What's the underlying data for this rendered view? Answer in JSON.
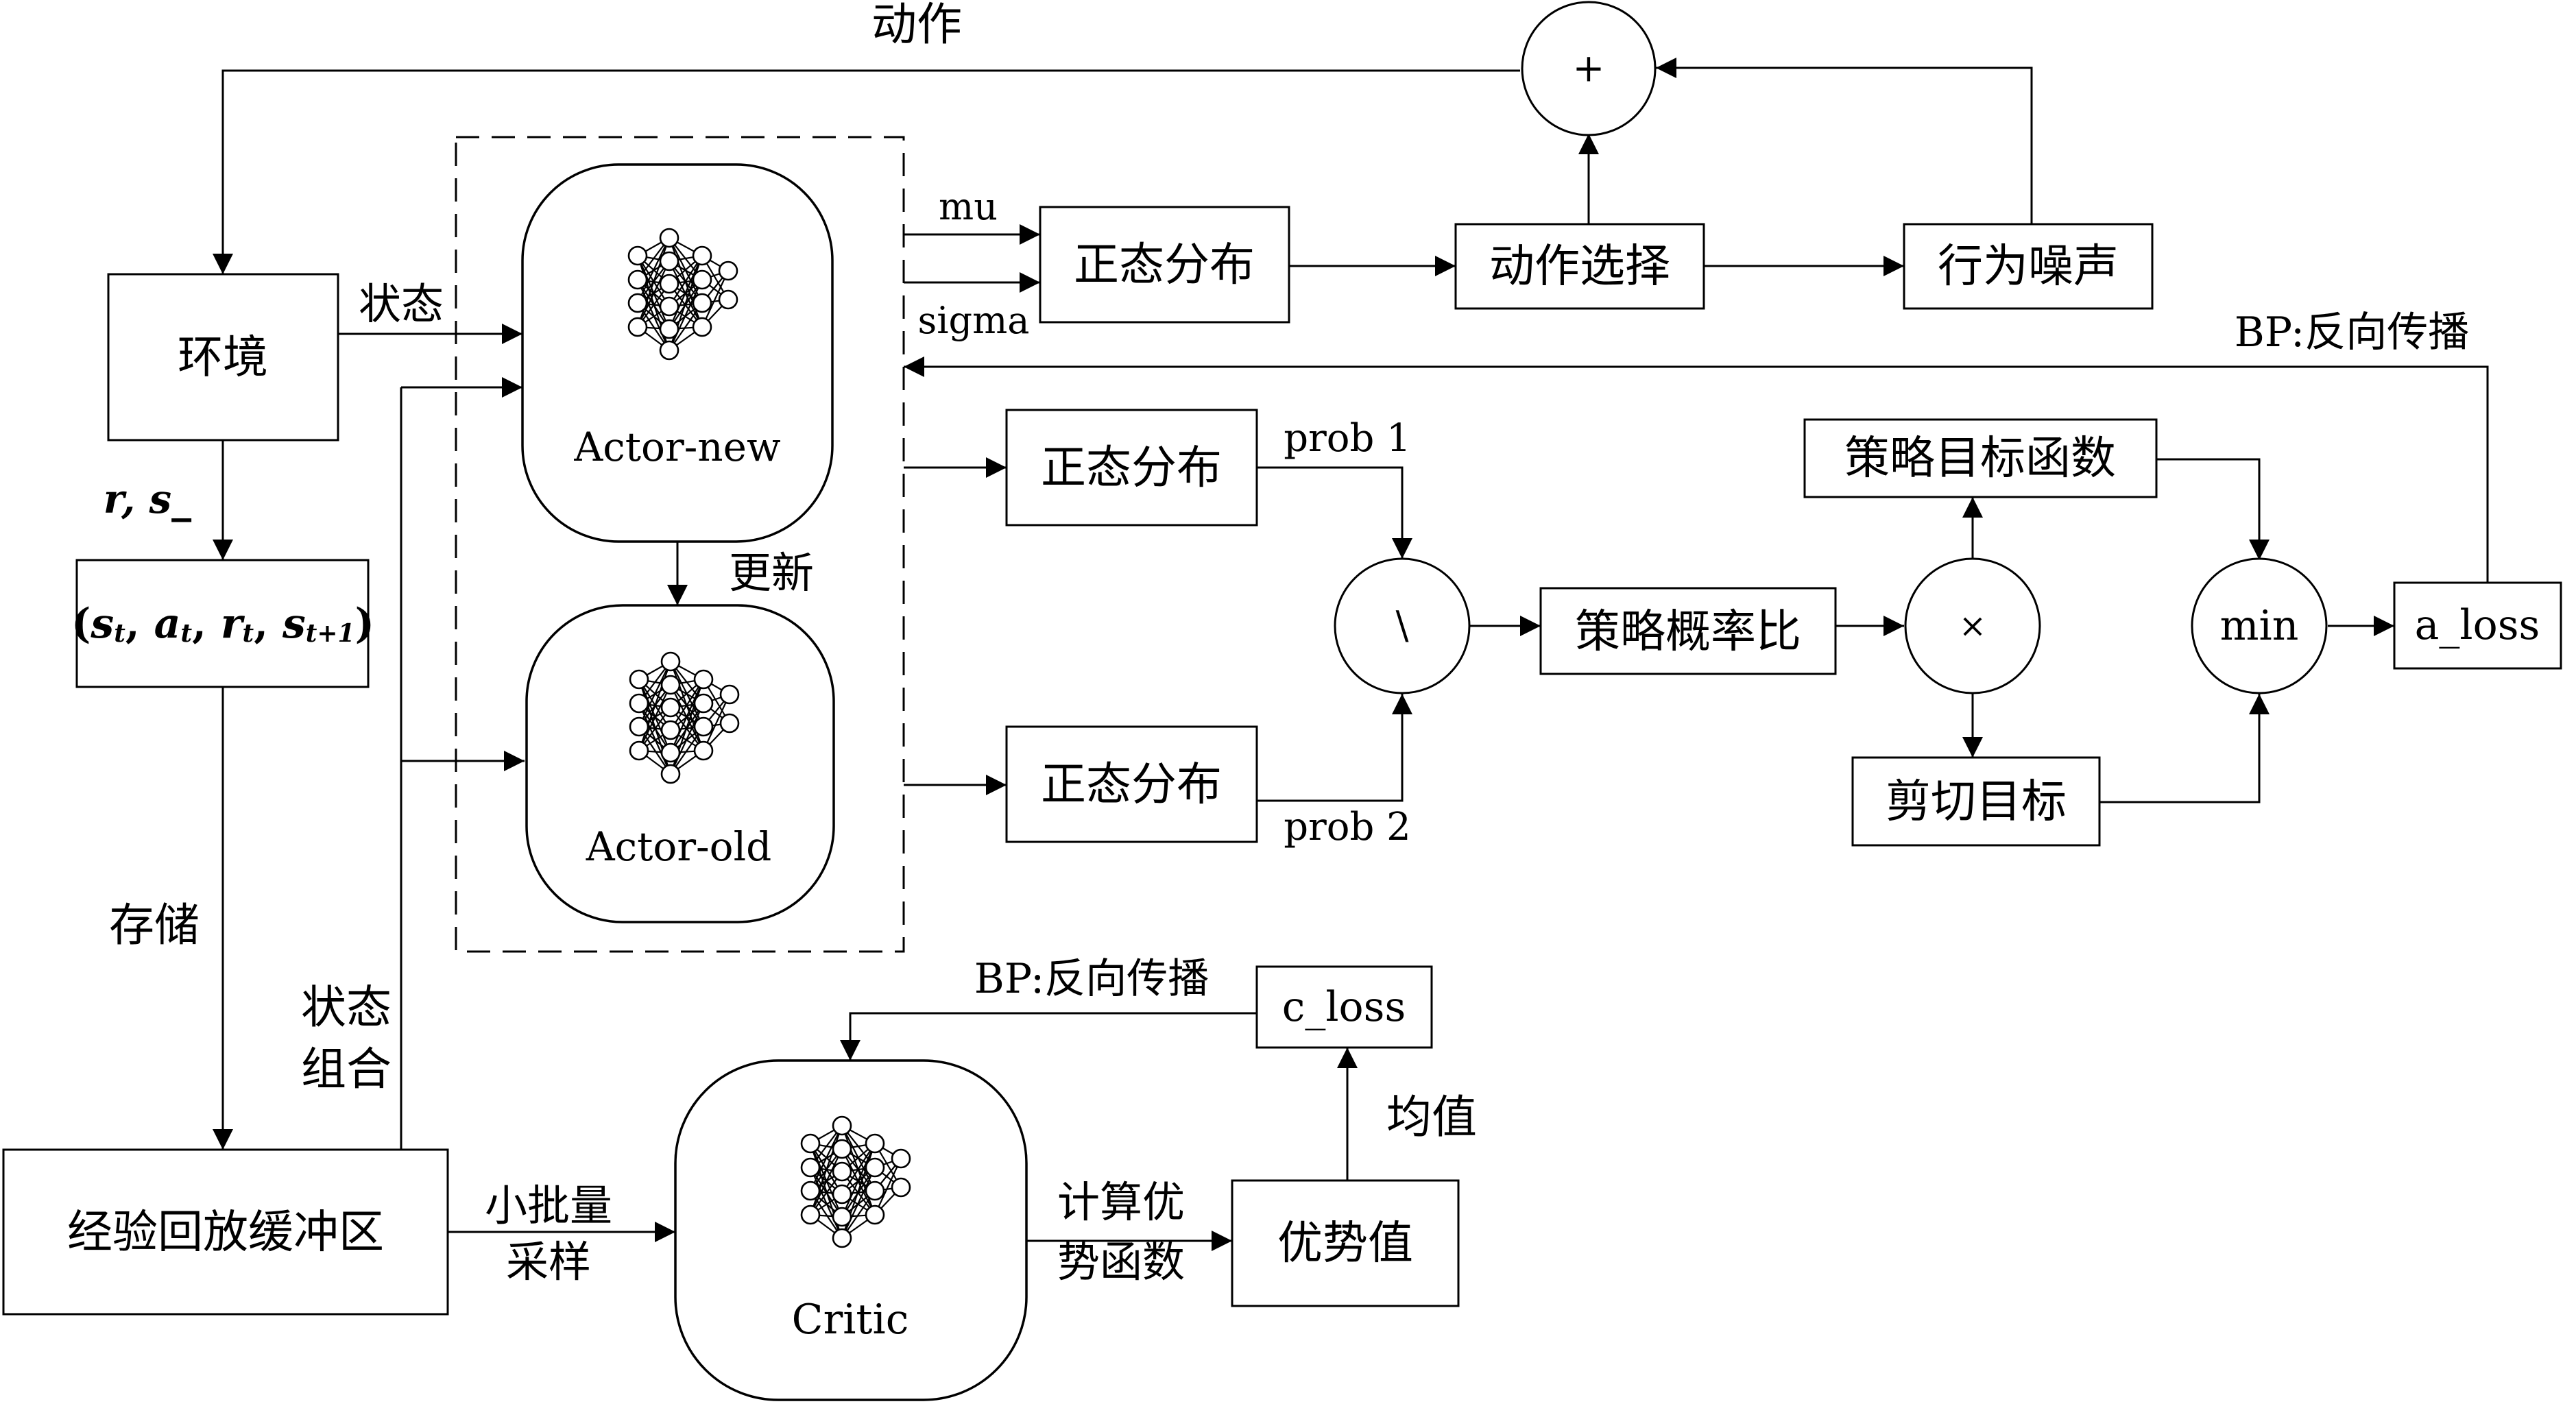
{
  "labels": {
    "action_top": "动作",
    "plus": "+",
    "mu": "mu",
    "sigma": "sigma",
    "normal_dist_a": "正态分布",
    "action_select": "动作选择",
    "behavior_noise": "行为噪声",
    "environment": "环境",
    "state": "状态",
    "actor_new": "Actor-new",
    "actor_old": "Actor-old",
    "update": "更新",
    "reward_next": "r, s_",
    "transition": "(st, at, rt, st+1)",
    "store": "存储",
    "state_combine_1": "状态",
    "state_combine_2": "组合",
    "normal_dist_b": "正态分布",
    "normal_dist_c": "正态分布",
    "prob1": "prob 1",
    "prob2": "prob 2",
    "divide": "\\",
    "ratio": "策略概率比",
    "multiply": "×",
    "policy_objective": "策略目标函数",
    "clip_objective": "剪切目标",
    "min": "min",
    "a_loss": "a_loss",
    "bp_actor": "BP:反向传播",
    "bp_critic": "BP:反向传播",
    "c_loss": "c_loss",
    "mean": "均值",
    "replay_buffer": "经验回放缓冲区",
    "minibatch_1": "小批量",
    "minibatch_2": "采样",
    "critic": "Critic",
    "calc_adv_1": "计算优",
    "calc_adv_2": "势函数",
    "advantage": "优势值"
  }
}
